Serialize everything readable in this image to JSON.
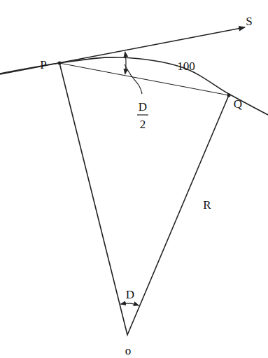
{
  "diagram": {
    "labels": [
      "P",
      "S",
      "100",
      "Q",
      "D",
      "2",
      "R",
      "D",
      "o"
    ]
  }
}
